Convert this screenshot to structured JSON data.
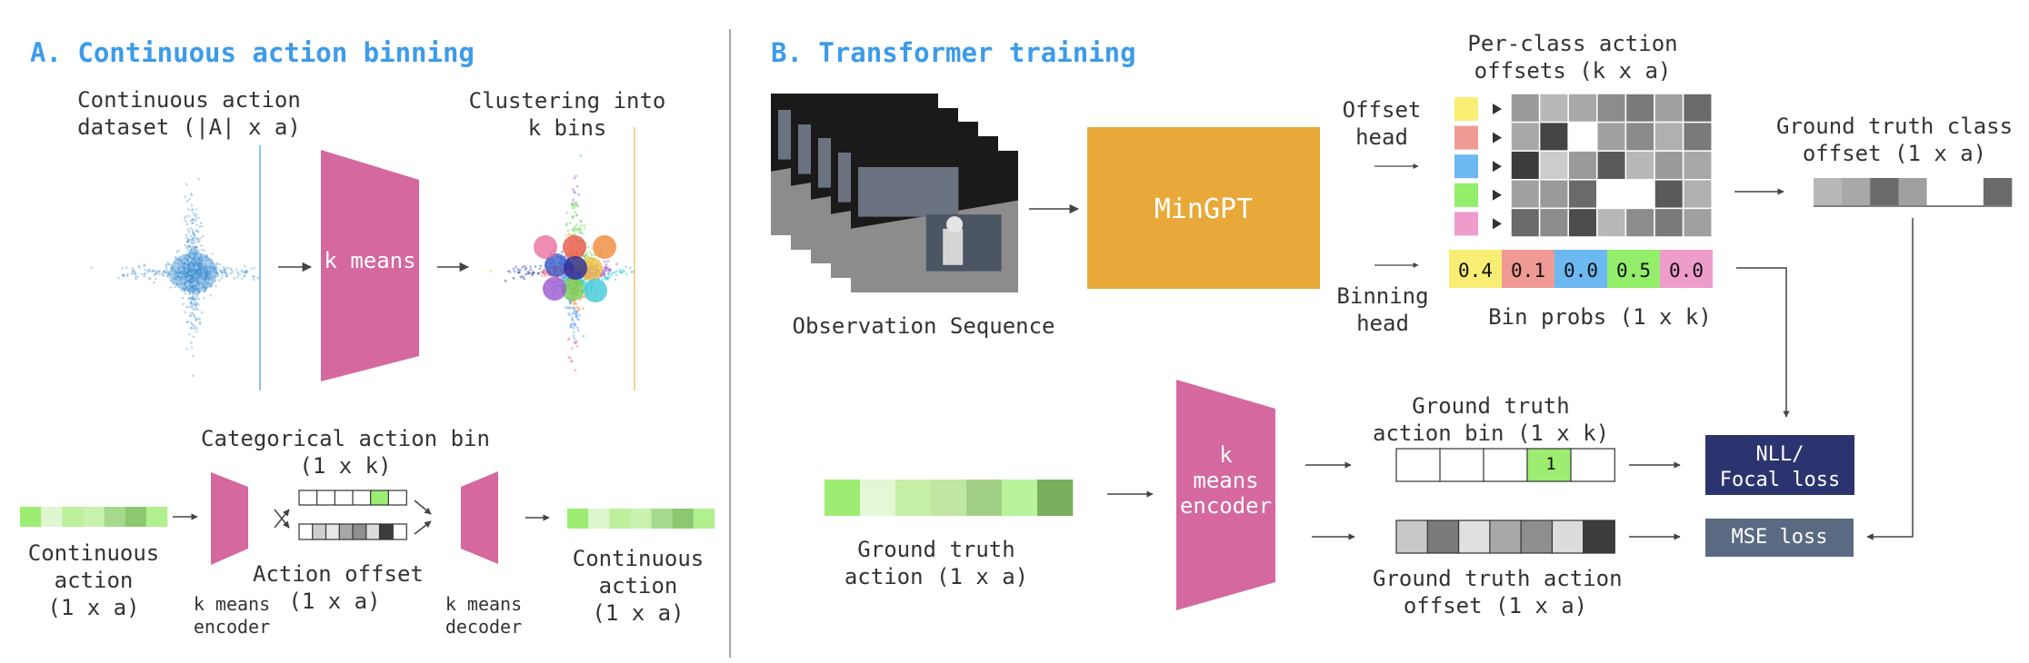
{
  "section_a": {
    "title": "A. Continuous action binning",
    "dataset_label": "Continuous action\ndataset (|A| x a)",
    "kmeans_label": "k means",
    "clustering_label": "Clustering into\nk bins",
    "categorical_label": "Categorical action bin\n(1 x k)",
    "action_offset_label": "Action offset\n(1 x a)",
    "continuous_in_label": "Continuous\naction\n(1 x a)",
    "encoder_label": "k means\nencoder",
    "decoder_label": "k means\ndecoder",
    "continuous_out_label": "Continuous\naction\n(1 x a)"
  },
  "section_b": {
    "title": "B. Transformer training",
    "observation_label": "Observation Sequence",
    "mingpt_label": "MinGPT",
    "offset_head_label": "Offset\nhead",
    "binning_head_label": "Binning\nhead",
    "per_class_label": "Per-class action\noffsets (k x a)",
    "bin_probs_label": "Bin probs (1 x k)",
    "bin_probs": [
      "0.4",
      "0.1",
      "0.0",
      "0.5",
      "0.0"
    ],
    "gt_class_offset_label": "Ground truth class\noffset (1 x a)",
    "gt_action_label": "Ground truth\naction (1 x a)",
    "kmeans_encoder_label": "k\nmeans\nencoder",
    "gt_bin_label": "Ground truth\naction bin (1 x k)",
    "gt_bin_value": "1",
    "gt_offset_label": "Ground truth action\noffset (1 x a)",
    "nll_label": "NLL/\nFocal loss",
    "mse_label": "MSE loss"
  },
  "colors": {
    "section_title": "#3d9be9",
    "kmeans_pink": "#d4689f",
    "mingpt_orange": "#e8a93a",
    "loss_nll": "#2c3470",
    "loss_mse": "#5a6a82",
    "bin_colors": [
      "#f8ee73",
      "#f09a96",
      "#6cb8f0",
      "#92ee6b",
      "#ee9ccc"
    ]
  }
}
